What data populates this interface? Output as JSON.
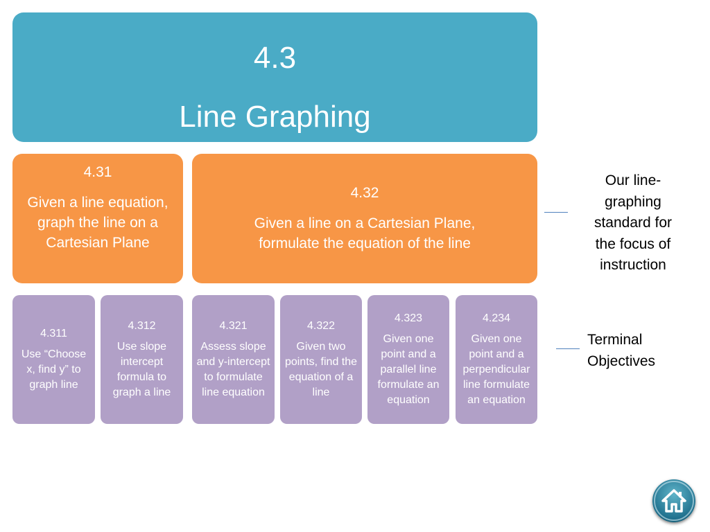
{
  "root": {
    "code": "4.3",
    "title": "Line Graphing"
  },
  "standards": [
    {
      "code": "4.31",
      "text": "Given a  line equation, graph the line on a Cartesian Plane"
    },
    {
      "code": "4.32",
      "text": "Given a line on a Cartesian Plane, formulate the equation of the line"
    }
  ],
  "objectives": [
    {
      "code": "4.311",
      "text": "Use “Choose x, find y” to graph line"
    },
    {
      "code": "4.312",
      "text": "Use slope intercept formula to graph a line"
    },
    {
      "code": "4.321",
      "text": "Assess slope and y-intercept to formulate line equation"
    },
    {
      "code": "4.322",
      "text": "Given two points, find the equation of a line"
    },
    {
      "code": "4.323",
      "text": "Given one point and a parallel line formulate an equation"
    },
    {
      "code": "4.234",
      "text": "Given one point and a perpendicular line formulate an equation"
    }
  ],
  "annotations": {
    "standard_note": [
      "Our line-",
      "graphing",
      "standard for",
      "the focus of",
      "instruction"
    ],
    "objectives_note": [
      "Terminal",
      "Objectives"
    ]
  },
  "icons": {
    "home_button": "home-icon"
  },
  "colors": {
    "root": "#4aabc6",
    "standards": "#f79646",
    "objectives": "#b1a0c7",
    "connector": "#4f81bd"
  }
}
